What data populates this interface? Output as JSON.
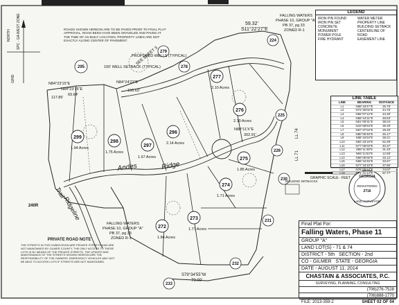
{
  "lots": [
    {
      "id": "lot-277",
      "num": "277",
      "acres": "2.10 Acres"
    },
    {
      "id": "lot-276",
      "num": "276",
      "acres": "2.10 Acres"
    },
    {
      "id": "lot-275",
      "num": "275",
      "acres": "1.85 Acres"
    },
    {
      "id": "lot-274",
      "num": "274",
      "acres": "1.71 Acres"
    },
    {
      "id": "lot-273",
      "num": "273",
      "acres": "1.77 Acres"
    },
    {
      "id": "lot-272",
      "num": "272",
      "acres": "1.84 Acres"
    },
    {
      "id": "lot-296",
      "num": "296",
      "acres": "2.14 Acres"
    },
    {
      "id": "lot-297",
      "num": "297",
      "acres": "1.67 Acres"
    },
    {
      "id": "lot-298",
      "num": "298",
      "acres": "1.75 Acres"
    },
    {
      "id": "lot-299",
      "num": "299",
      "acres": "1.94 Acres"
    }
  ],
  "neighbor_lots": [
    "279",
    "278",
    "295",
    "224",
    "225",
    "226",
    "230",
    "231",
    "240R",
    "232",
    "233"
  ],
  "roads": {
    "andes": "Andes",
    "ridge": "Ridge",
    "ridgeline": "Ridgeline",
    "trail": "Trail"
  },
  "labels": {
    "see_sheet": "SEE SHEET 3",
    "falling_waters_top": "FALLING WATERS",
    "phase_top": "PHASE 10, GROUP \"A\"",
    "pb_top": "PB 37, pg 33",
    "zoned_top": "ZONED R-1",
    "bearing_top": "S11°22'27\"E",
    "dist_top": "59.32'",
    "falling_waters_bottom": "FALLING WATERS",
    "phase_bottom": "PHASE 10, GROUP \"A\"",
    "pb_bottom": "PB 37, pg 33",
    "zoned_bottom": "ZONED R-1",
    "bearing_bottom": "S79°34'55\"W",
    "dist_bottom": "70.00'",
    "private_road_note_title": "PRIVATE ROAD NOTE",
    "graphic_scale": "GRAPHIC SCALE - FEET",
    "north": "NORTH",
    "grid": "GRID",
    "zone": "SPC - GA WEST ZONE",
    "bearing_1": "N84°23'15\"E",
    "dist_1": "69.64'",
    "bearing_2": "N84°23'15\"E",
    "dist_2": "117.85'",
    "bearing_3": "N84°24'22\"E",
    "dist_3": "150.63'",
    "bearing_4": "N80°11'X\"E",
    "dist_4": "302.91'",
    "proposed_wells": "PROPOSED WELLS (TYPICAL)",
    "well_setback": "100' WELL SETBACK (TYPICAL)",
    "bldg_setbacks": "BUILDING SETBACKS"
  },
  "notes": {
    "top_note": "ROADS SHOWN HEREON ARE TO BE PAVED PRIOR TO FINAL PLAT APPROVAL. ROAD BEDS HAVE BEEN GRAVELED AND PAVED AT THE TIME OF AS-BUILT LOCATION. PROPERTY LINES ARE NOT EXACTLY ALONG CENTER OF PAVEMENT.",
    "private_road": "THE STREETS IN THIS SUBDIVISION ARE PRIVATE STREETS AND ARE NOT MAINTAINED BY GILMER COUNTY. THE ONLY ACCESS TO THESE LOTS IS BY MEANS OF THE PRIVATE STREETS. THE UPKEEP AND MAINTENANCE OF THE STREETS SHOWN HEREON ARE THE RESPONSIBILITY OF THE OWNERS. EMERGENCY VEHICLES MAY NOT BE ABLE TO ACCESS LOTS IF STREETS ARE NOT MAINTAINED."
  },
  "legend": {
    "title": "LEGEND",
    "items": [
      "IRON PIN FOUND",
      "IRON PIN SET",
      "CONCRETE MONUMENT",
      "POWER POLE",
      "FIRE HYDRANT",
      "WATER METER",
      "PROPERTY LINE",
      "BUILDING SETBACK",
      "CENTERLINE OF ROAD",
      "EASEMENT LINE"
    ]
  },
  "line_table": {
    "title": "LINE TABLE",
    "headers": [
      "LINE",
      "BEARING",
      "DISTANCE"
    ],
    "rows": [
      [
        "L1",
        "N88°18'47\"E",
        "25.75'"
      ],
      [
        "L2",
        "N72°30'02\"E",
        "44.76'"
      ],
      [
        "L3",
        "N55°07'12\"E",
        "43.30'"
      ],
      [
        "L4",
        "N58°44'21\"E",
        "48.83'"
      ],
      [
        "L5",
        "N51°09'31\"E",
        "38.04'"
      ],
      [
        "L6",
        "N43°58'53\"E",
        "39.29'"
      ],
      [
        "L7",
        "N67°37'04\"E",
        "29.25'"
      ],
      [
        "L8",
        "N80°06'46\"E",
        "45.17'"
      ],
      [
        "L9",
        "S88°15'04\"E",
        "38.21'"
      ],
      [
        "L10",
        "N82°43'19\"E",
        "52.39'"
      ],
      [
        "L11",
        "N77°05'03\"E",
        "40.37'"
      ],
      [
        "L12",
        "S88°11'48\"E",
        "31.33'"
      ],
      [
        "L13",
        "N65°11'52\"E",
        "12.58'"
      ],
      [
        "L14",
        "N58°05'00\"E",
        "33.12'"
      ],
      [
        "L15",
        "N68°16'45\"E",
        "33.67'"
      ],
      [
        "L16",
        "N77°19'10\"E",
        "27.66'"
      ],
      [
        "L17",
        "N76°05'13\"E",
        "74.07'"
      ],
      [
        "L18",
        "N71°41'14\"E",
        "57.77'"
      ]
    ]
  },
  "title_block": {
    "final_plat": "Final Plat For:",
    "project": "Falling Waters, Phase 11",
    "group": "GROUP \"A\"",
    "land_lots_label": "LAND LOT(S)",
    "land_lots": "71 & 74",
    "district_label": "DISTRICT",
    "district": "5th",
    "section_label": "SECTION",
    "section": "2nd",
    "county_label": "CO",
    "county": "GILMER",
    "state_label": "STATE",
    "state": "GEORGIA",
    "date_label": "DATE",
    "date": "AUGUST 11, 2014",
    "firm": "CHASTAIN & ASSOCIATES, P.C.",
    "firm_sub": "SURVEYING, PLANNING, CONSULTING",
    "phone": "(706)276-7528",
    "fax": "(706)888-1770",
    "file": "FILE: 2013-359-2",
    "sheet": "SHEET 02 OF 04"
  },
  "seal": {
    "top": "GEORGIA",
    "mid": "REGISTERED",
    "num": "2716",
    "bottom": "LAND SURVEYOR"
  },
  "side": {
    "ll_74": "LL 74",
    "ll_71": "LL 71"
  },
  "colors": {
    "ink": "#111111",
    "paper": "#f6f6f3"
  }
}
